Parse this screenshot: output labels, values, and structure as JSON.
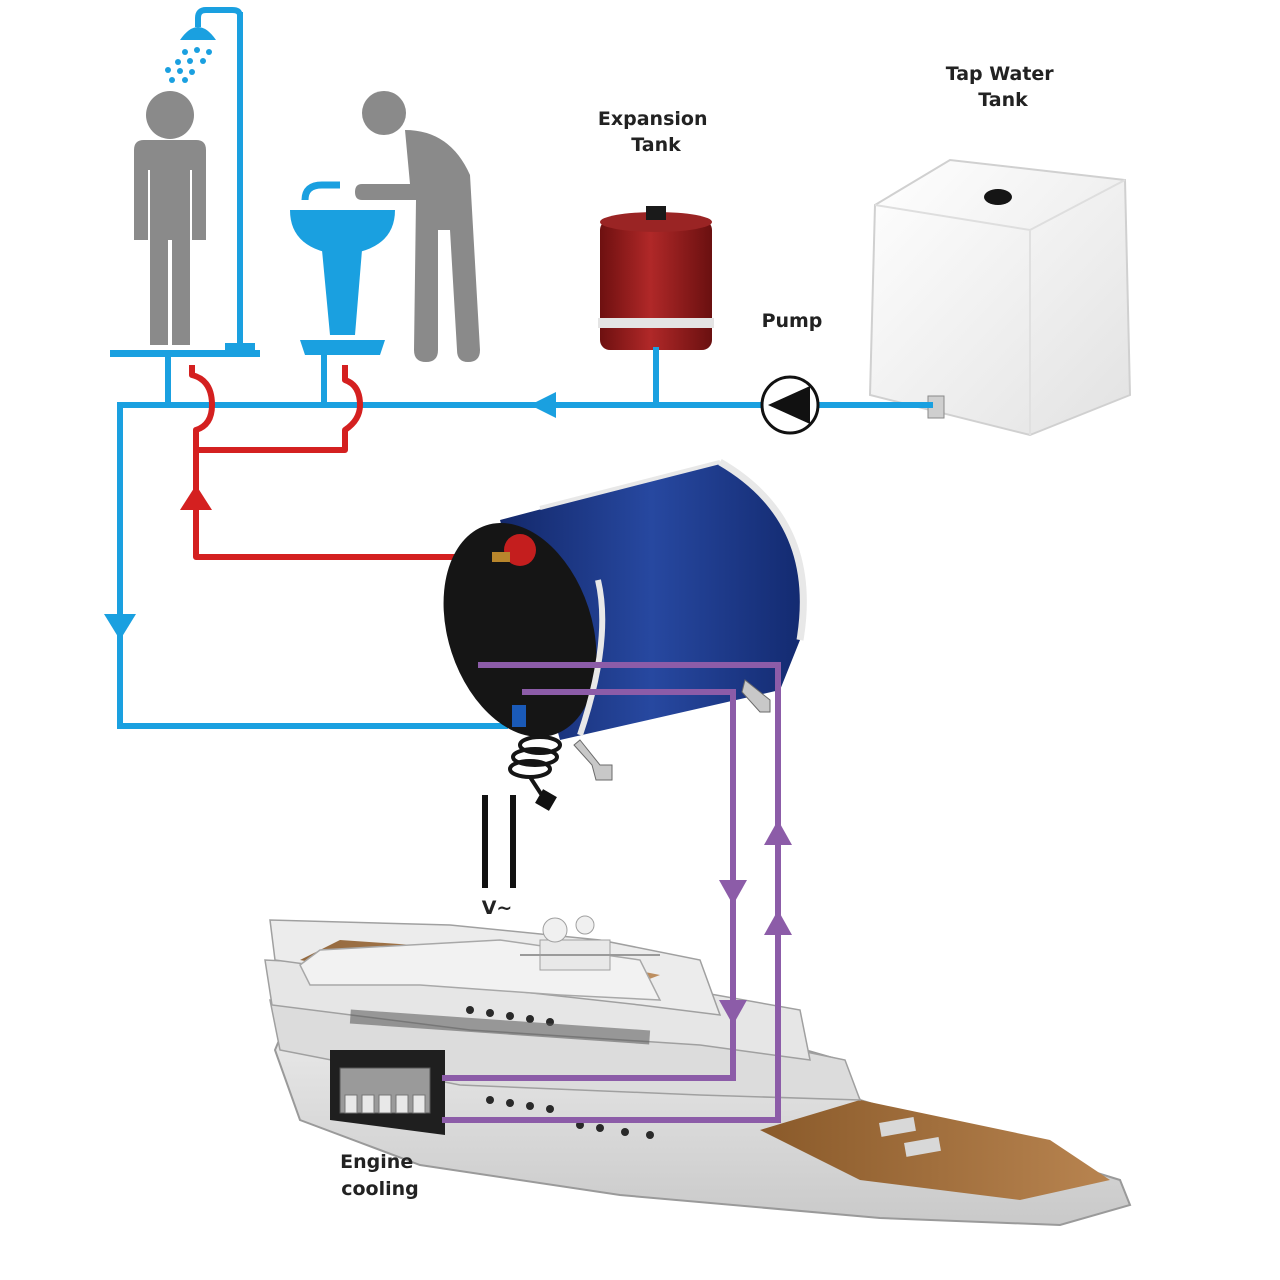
{
  "labels": {
    "tap_water_tank_line1": "Tap Water",
    "tap_water_tank_line2": "Tank",
    "expansion_tank_line1": "Expansion",
    "expansion_tank_line2": "Tank",
    "pump": "Pump",
    "voltage": "V~",
    "engine_cooling_line1": "Engine",
    "engine_cooling_line2": "cooling"
  },
  "colors": {
    "cold_water": "#1aa0e0",
    "hot_water": "#d42020",
    "engine_loop": "#8c5ca8",
    "person": "#8a8a8a",
    "boiler_body": "#1e3a8c",
    "expansion_tank": "#8e1a1a"
  }
}
